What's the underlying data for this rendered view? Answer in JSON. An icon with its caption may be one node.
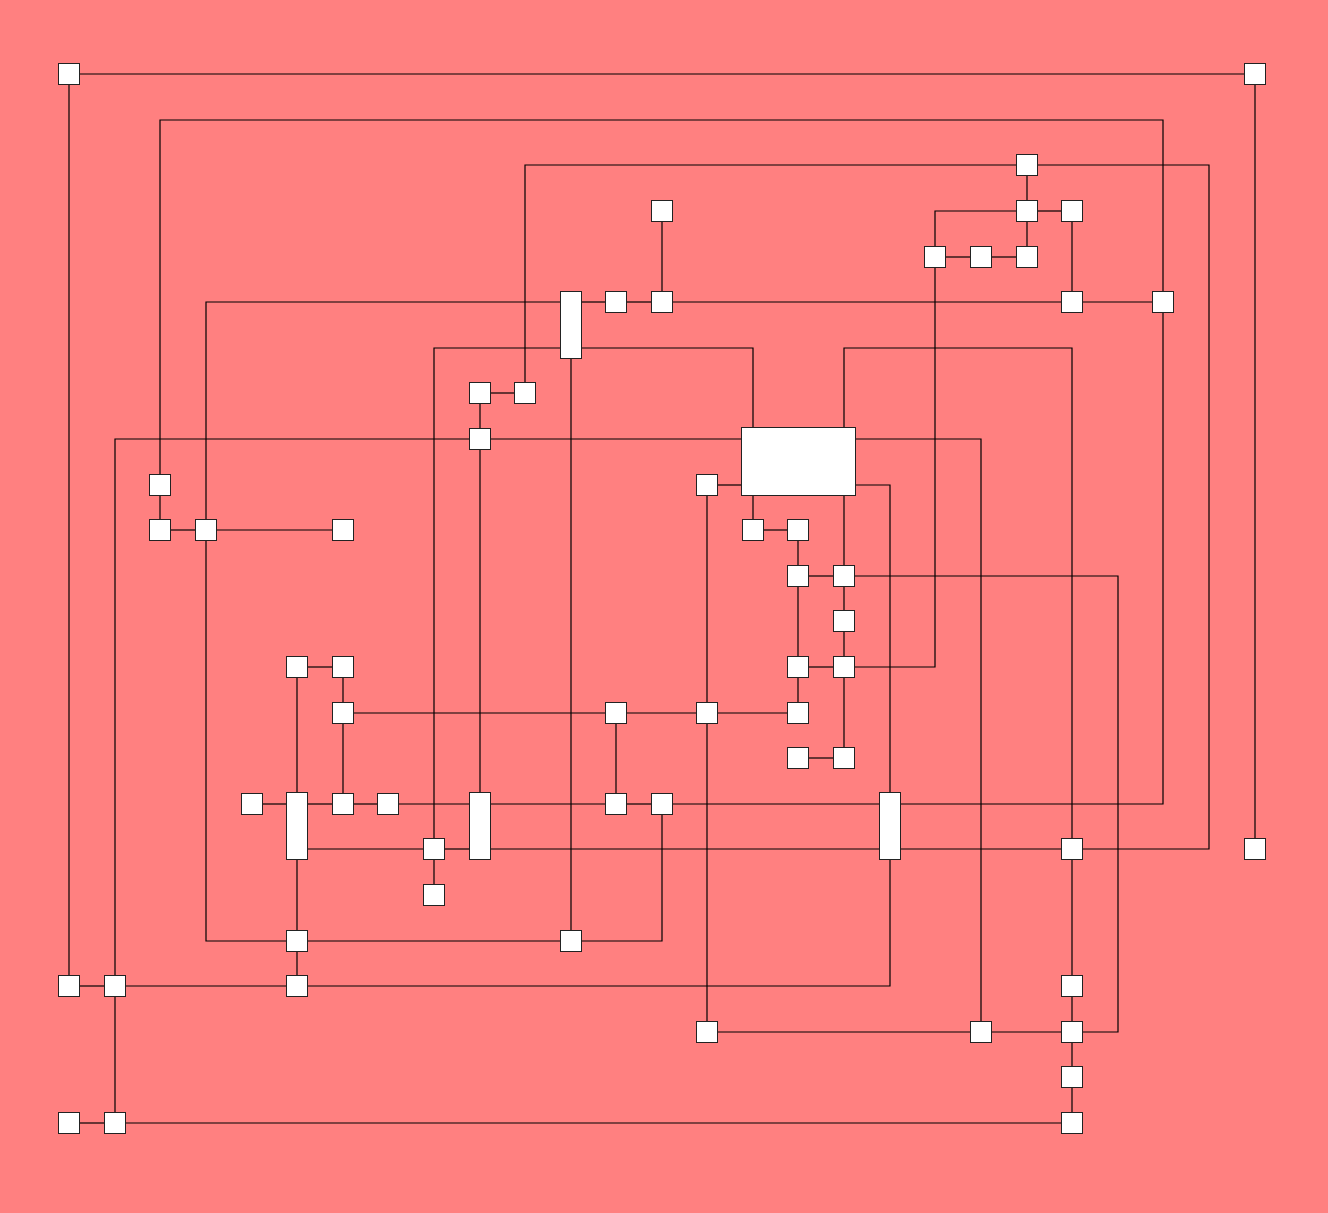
{
  "diagram": {
    "nodes": [
      {
        "text": [],
        "shape": "box"
      },
      {
        "text": [],
        "shape": "box"
      },
      {
        "text": [],
        "shape": "box"
      },
      {
        "text": [],
        "shape": "box"
      },
      {
        "text": [],
        "shape": "box"
      },
      {
        "text": [],
        "shape": "box"
      },
      {
        "text": [],
        "shape": "box"
      },
      {
        "text": [],
        "shape": "box"
      },
      {
        "text": [],
        "shape": "box"
      },
      {
        "text": [],
        "shape": "box"
      },
      {
        "text": [],
        "shape": "box"
      },
      {
        "text": [],
        "shape": "box"
      },
      {
        "text": [],
        "shape": "box"
      },
      {
        "text": [],
        "shape": "box"
      },
      {
        "text": [],
        "shape": "box"
      },
      {
        "text": [],
        "shape": "box"
      },
      {
        "text": [],
        "shape": "box"
      },
      {
        "text": [],
        "shape": "box"
      },
      {
        "text": [],
        "shape": "box"
      },
      {
        "text": [],
        "shape": "box"
      },
      {
        "text": [],
        "shape": "box"
      },
      {
        "text": [],
        "shape": "box"
      },
      {
        "text": [],
        "shape": "box"
      },
      {
        "text": [],
        "shape": "box"
      },
      {
        "text": [],
        "shape": "box"
      },
      {
        "text": [],
        "shape": "box"
      },
      {
        "text": [],
        "shape": "box"
      },
      {
        "text": [],
        "shape": "box"
      },
      {
        "text": [],
        "shape": "box"
      },
      {
        "text": [],
        "shape": "box"
      },
      {
        "text": [],
        "shape": "box"
      },
      {
        "text": [],
        "shape": "box"
      },
      {
        "text": [],
        "shape": "box"
      },
      {
        "text": [],
        "shape": "box"
      },
      {
        "text": [],
        "shape": "box"
      },
      {
        "text": [],
        "shape": "box"
      },
      {
        "text": [],
        "shape": "box"
      },
      {
        "text": [],
        "shape": "box"
      },
      {
        "text": [],
        "shape": "box"
      },
      {
        "text": [],
        "shape": "box"
      },
      {
        "text": [],
        "shape": "box"
      },
      {
        "text": [],
        "shape": "box"
      },
      {
        "text": [],
        "shape": "box"
      },
      {
        "text": [],
        "shape": "box"
      },
      {
        "text": [],
        "shape": "box"
      },
      {
        "text": [],
        "shape": "box"
      },
      {
        "text": [],
        "shape": "box"
      },
      {
        "text": [],
        "shape": "box"
      },
      {
        "text": [],
        "shape": "box"
      },
      {
        "text": [],
        "shape": "box"
      },
      {
        "text": [],
        "shape": "box"
      },
      {
        "text": [],
        "shape": "box"
      },
      {
        "text": [],
        "shape": "box"
      },
      {
        "text": [],
        "shape": "box"
      },
      {
        "text": [],
        "shape": "box"
      },
      {
        "text": [],
        "shape": "box"
      },
      {
        "text": [],
        "shape": "box"
      },
      {
        "text": [],
        "shape": "box"
      },
      {
        "text": [],
        "shape": "box"
      },
      {
        "text": [],
        "shape": "box"
      },
      {
        "text": [],
        "shape": "box"
      },
      {
        "text": [],
        "shape": "box"
      },
      {
        "text": [],
        "shape": "box"
      }
    ],
    "edges": [
      {
        "from": 0,
        "to": 1,
        "arrow": "none"
      },
      {
        "from": 0,
        "to": 52,
        "arrow": "none"
      },
      {
        "from": 1,
        "to": 48,
        "arrow": "none"
      },
      {
        "from": 18,
        "to": 13,
        "arrow": "none"
      },
      {
        "from": 15,
        "to": 2,
        "arrow": "none"
      },
      {
        "from": 2,
        "to": 47,
        "arrow": "none"
      },
      {
        "from": 2,
        "to": 4,
        "arrow": "none"
      },
      {
        "from": 4,
        "to": 5,
        "arrow": "none"
      },
      {
        "from": 4,
        "to": 8,
        "arrow": "none"
      },
      {
        "from": 4,
        "to": 6,
        "arrow": "none"
      },
      {
        "from": 6,
        "to": 31,
        "arrow": "none"
      },
      {
        "from": 6,
        "to": 7,
        "arrow": "none"
      },
      {
        "from": 7,
        "to": 8,
        "arrow": "none"
      },
      {
        "from": 5,
        "to": 12,
        "arrow": "none"
      },
      {
        "from": 12,
        "to": 13,
        "arrow": "none"
      },
      {
        "from": 11,
        "to": 12,
        "arrow": "none"
      },
      {
        "from": 3,
        "to": 11,
        "arrow": "none"
      },
      {
        "from": 10,
        "to": 11,
        "arrow": "none"
      },
      {
        "from": 9,
        "to": 10,
        "arrow": "none"
      },
      {
        "from": 21,
        "to": 9,
        "arrow": "none"
      },
      {
        "from": 21,
        "to": 50,
        "arrow": "none"
      },
      {
        "from": 9,
        "to": 17,
        "arrow": "none"
      },
      {
        "from": 9,
        "to": 51,
        "arrow": "none"
      },
      {
        "from": 46,
        "to": 9,
        "arrow": "none"
      },
      {
        "from": 14,
        "to": 15,
        "arrow": "none"
      },
      {
        "from": 14,
        "to": 16,
        "arrow": "none"
      },
      {
        "from": 53,
        "to": 16,
        "arrow": "none"
      },
      {
        "from": 16,
        "to": 17,
        "arrow": "none"
      },
      {
        "from": 17,
        "to": 57,
        "arrow": "none"
      },
      {
        "from": 17,
        "to": 47,
        "arrow": "none"
      },
      {
        "from": 16,
        "to": 42,
        "arrow": "none"
      },
      {
        "from": 19,
        "to": 17,
        "arrow": "none"
      },
      {
        "from": 19,
        "to": 34,
        "arrow": "none"
      },
      {
        "from": 34,
        "to": 56,
        "arrow": "none"
      },
      {
        "from": 17,
        "to": 45,
        "arrow": "none"
      },
      {
        "from": 17,
        "to": 23,
        "arrow": "none"
      },
      {
        "from": 17,
        "to": 26,
        "arrow": "none"
      },
      {
        "from": 23,
        "to": 24,
        "arrow": "none"
      },
      {
        "from": 24,
        "to": 25,
        "arrow": "none"
      },
      {
        "from": 25,
        "to": 26,
        "arrow": "none"
      },
      {
        "from": 26,
        "to": 58,
        "arrow": "none"
      },
      {
        "from": 26,
        "to": 27,
        "arrow": "none"
      },
      {
        "from": 27,
        "to": 31,
        "arrow": "none"
      },
      {
        "from": 25,
        "to": 30,
        "arrow": "none"
      },
      {
        "from": 30,
        "to": 31,
        "arrow": "none"
      },
      {
        "from": 30,
        "to": 35,
        "arrow": "none"
      },
      {
        "from": 31,
        "to": 37,
        "arrow": "none"
      },
      {
        "from": 36,
        "to": 37,
        "arrow": "none"
      },
      {
        "from": 18,
        "to": 20,
        "arrow": "none"
      },
      {
        "from": 20,
        "to": 21,
        "arrow": "none"
      },
      {
        "from": 21,
        "to": 22,
        "arrow": "none"
      },
      {
        "from": 28,
        "to": 29,
        "arrow": "none"
      },
      {
        "from": 28,
        "to": 39,
        "arrow": "none"
      },
      {
        "from": 29,
        "to": 32,
        "arrow": "none"
      },
      {
        "from": 32,
        "to": 33,
        "arrow": "none"
      },
      {
        "from": 33,
        "to": 34,
        "arrow": "none"
      },
      {
        "from": 34,
        "to": 35,
        "arrow": "none"
      },
      {
        "from": 33,
        "to": 43,
        "arrow": "none"
      },
      {
        "from": 32,
        "to": 40,
        "arrow": "none"
      },
      {
        "from": 38,
        "to": 39,
        "arrow": "none"
      },
      {
        "from": 39,
        "to": 40,
        "arrow": "none"
      },
      {
        "from": 40,
        "to": 41,
        "arrow": "none"
      },
      {
        "from": 41,
        "to": 42,
        "arrow": "none"
      },
      {
        "from": 42,
        "to": 43,
        "arrow": "none"
      },
      {
        "from": 43,
        "to": 44,
        "arrow": "none"
      },
      {
        "from": 44,
        "to": 45,
        "arrow": "none"
      },
      {
        "from": 45,
        "to": 13,
        "arrow": "none"
      },
      {
        "from": 39,
        "to": 46,
        "arrow": "none"
      },
      {
        "from": 46,
        "to": 42,
        "arrow": "none"
      },
      {
        "from": 42,
        "to": 45,
        "arrow": "none"
      },
      {
        "from": 45,
        "to": 47,
        "arrow": "none"
      },
      {
        "from": 46,
        "to": 49,
        "arrow": "none"
      },
      {
        "from": 39,
        "to": 50,
        "arrow": "none"
      },
      {
        "from": 50,
        "to": 51,
        "arrow": "none"
      },
      {
        "from": 51,
        "to": 44,
        "arrow": "none"
      },
      {
        "from": 50,
        "to": 54,
        "arrow": "none"
      },
      {
        "from": 52,
        "to": 53,
        "arrow": "none"
      },
      {
        "from": 53,
        "to": 54,
        "arrow": "none"
      },
      {
        "from": 54,
        "to": 45,
        "arrow": "none"
      },
      {
        "from": 53,
        "to": 61,
        "arrow": "none"
      },
      {
        "from": 60,
        "to": 61,
        "arrow": "none"
      },
      {
        "from": 61,
        "to": 62,
        "arrow": "none"
      },
      {
        "from": 56,
        "to": 57,
        "arrow": "none"
      },
      {
        "from": 57,
        "to": 58,
        "arrow": "none"
      },
      {
        "from": 47,
        "to": 55,
        "arrow": "none"
      },
      {
        "from": 55,
        "to": 58,
        "arrow": "none"
      },
      {
        "from": 58,
        "to": 59,
        "arrow": "none"
      },
      {
        "from": 59,
        "to": 62,
        "arrow": "none"
      }
    ]
  }
}
